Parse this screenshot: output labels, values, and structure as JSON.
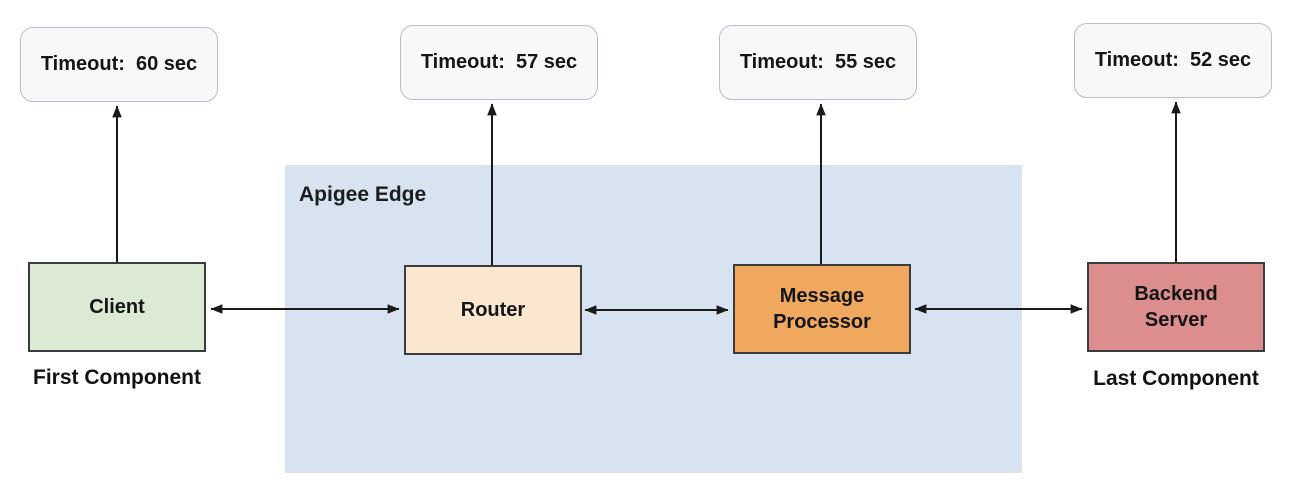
{
  "diagram": {
    "apigee_edge": {
      "label": "Apigee Edge",
      "fill": "#d7e3f1"
    },
    "timeouts": [
      {
        "label": "Timeout:  60 sec"
      },
      {
        "label": "Timeout:  57 sec"
      },
      {
        "label": "Timeout:  55 sec"
      },
      {
        "label": "Timeout:  52 sec"
      }
    ],
    "components": [
      {
        "label": "Client",
        "fill": "#dcead4",
        "sublabel": "First Component"
      },
      {
        "label": "Router",
        "fill": "#fbe6cf",
        "sublabel": ""
      },
      {
        "label": "Message Processor",
        "fill": "#efa85e",
        "sublabel": ""
      },
      {
        "label": "Backend Server",
        "fill": "#dc8e8e",
        "sublabel": "Last Component"
      }
    ],
    "colors": {
      "arrow": "#1a1a1a",
      "timeout_fill": "#f7f8fa",
      "timeout_border": "#b9bec6",
      "component_border": "#3a3c3e",
      "text": "#141517"
    }
  }
}
